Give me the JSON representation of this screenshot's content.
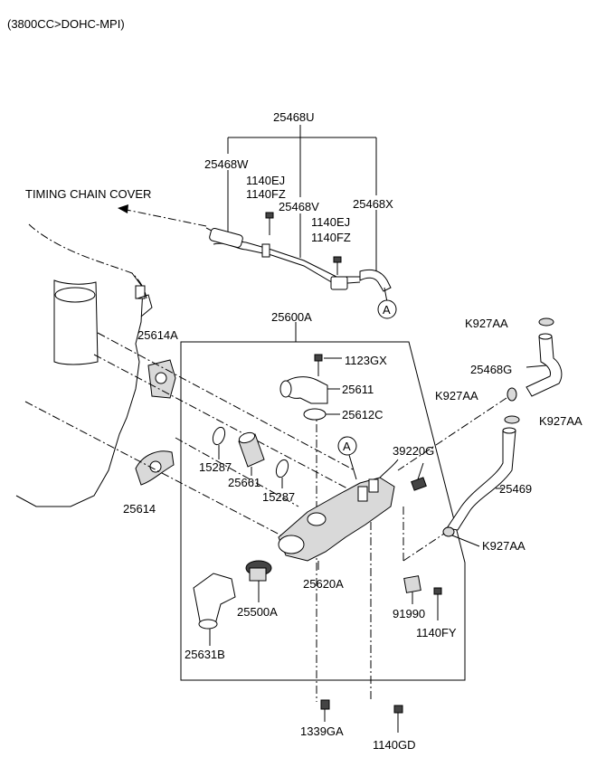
{
  "header": {
    "engine": "(3800CC>DOHC-MPI)"
  },
  "reference": {
    "timing_chain_cover": "TIMING CHAIN COVER"
  },
  "callout": {
    "letter": "A"
  },
  "parts": {
    "p25468U": "25468U",
    "p25468W": "25468W",
    "p1140EJ_a": "1140EJ",
    "p1140FZ_a": "1140FZ",
    "p25468V": "25468V",
    "p25468X": "25468X",
    "p1140EJ_b": "1140EJ",
    "p1140FZ_b": "1140FZ",
    "p25600A": "25600A",
    "pK927AA_1": "K927AA",
    "p25614A": "25614A",
    "p1123GX": "1123GX",
    "p25468G": "25468G",
    "pK927AA_2": "K927AA",
    "p25611": "25611",
    "p25612C": "25612C",
    "pK927AA_3": "K927AA",
    "p39220G": "39220G",
    "p15287_a": "15287",
    "p25661": "25661",
    "p15287_b": "15287",
    "p25469": "25469",
    "p25614": "25614",
    "pK927AA_4": "K927AA",
    "p25620A": "25620A",
    "p91990": "91990",
    "p25500A": "25500A",
    "p1140FY": "1140FY",
    "p25631B": "25631B",
    "p1339GA": "1339GA",
    "p1140GD": "1140GD"
  }
}
